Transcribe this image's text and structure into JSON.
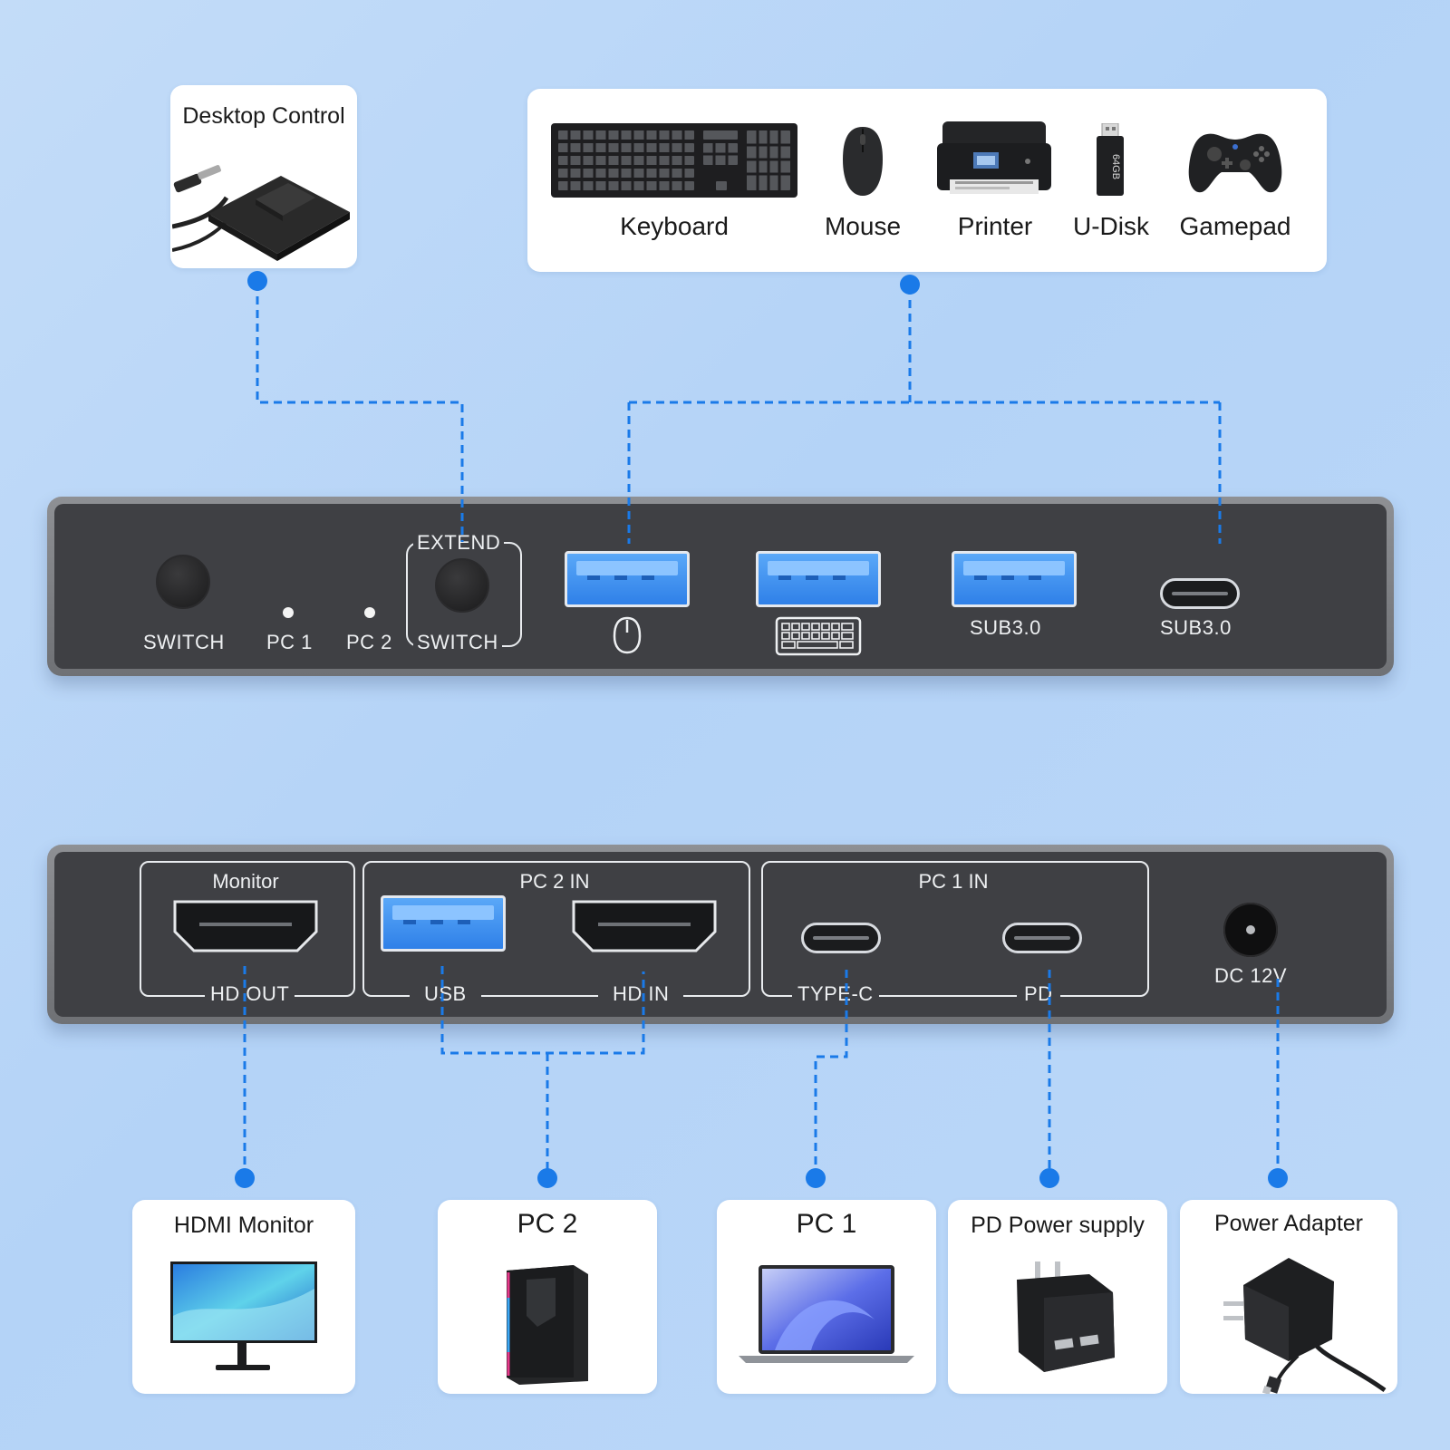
{
  "top": {
    "desktop_control": {
      "label": "Desktop Control"
    },
    "peripherals": [
      {
        "label": "Keyboard",
        "icon": "keyboard-icon"
      },
      {
        "label": "Mouse",
        "icon": "mouse-icon"
      },
      {
        "label": "Printer",
        "icon": "printer-icon"
      },
      {
        "label": "U-Disk",
        "icon": "usb-drive-icon",
        "capacity": "64GB"
      },
      {
        "label": "Gamepad",
        "icon": "gamepad-icon"
      }
    ]
  },
  "front_panel": {
    "switch_label": "SWITCH",
    "pc1_label": "PC 1",
    "pc2_label": "PC 2",
    "extend_label": "EXTEND",
    "extend_switch_label": "SWITCH",
    "usb3_label_a": "SUB3.0",
    "usb3_label_c": "SUB3.0"
  },
  "rear_panel": {
    "monitor_title": "Monitor",
    "hd_out": "HD OUT",
    "pc2_in_title": "PC 2 IN",
    "usb": "USB",
    "hd_in": "HD IN",
    "pc1_in_title": "PC 1 IN",
    "type_c": "TYPE-C",
    "pd": "PD",
    "dc": "DC 12V"
  },
  "bottom": [
    {
      "label": "HDMI Monitor",
      "icon": "monitor-icon"
    },
    {
      "label": "PC 2",
      "icon": "desktop-tower-icon"
    },
    {
      "label": "PC 1",
      "icon": "laptop-icon"
    },
    {
      "label": "PD Power supply",
      "icon": "usb-charger-icon"
    },
    {
      "label": "Power Adapter",
      "icon": "power-adapter-icon"
    }
  ],
  "colors": {
    "background": "#bcd8f8",
    "connector": "#1a7ae8",
    "panel": "#3f4044",
    "usb_blue": "#2f80e8"
  }
}
